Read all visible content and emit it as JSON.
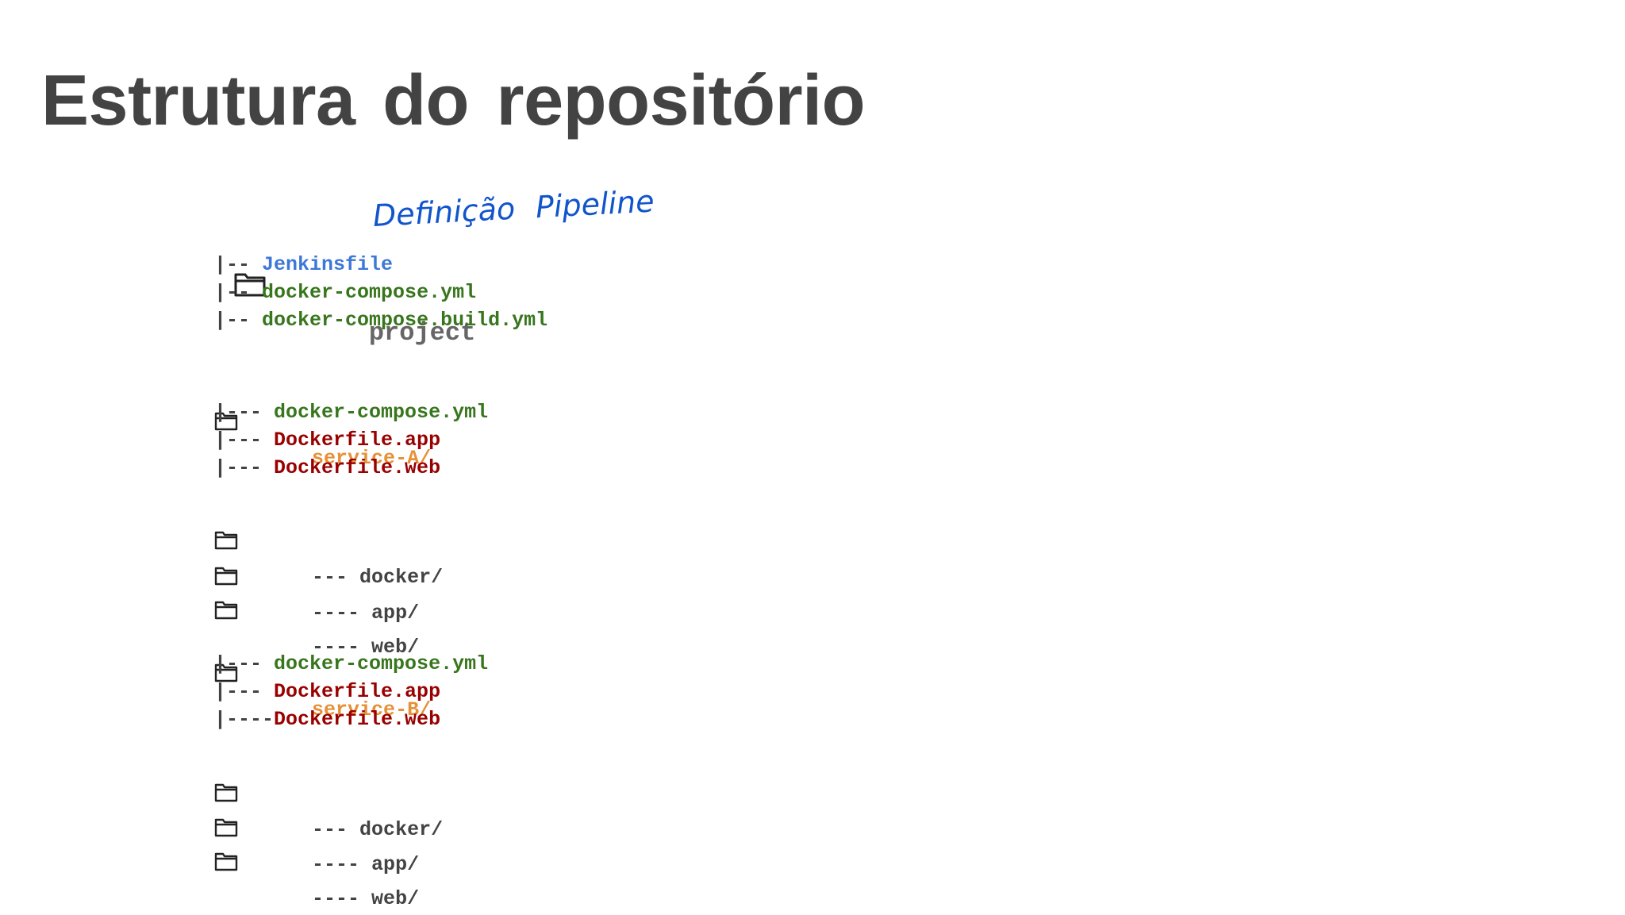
{
  "slide": {
    "title": "Estrutura do repositório",
    "annotation": "Definição Pipeline"
  },
  "tree": {
    "root": {
      "name": "project"
    },
    "root_files": [
      {
        "prefix": "|-- ",
        "name": "Jenkinsfile"
      },
      {
        "prefix": "|-- ",
        "name": "docker-compose.yml"
      },
      {
        "prefix": "|-- ",
        "name": "docker-compose.build.yml"
      }
    ],
    "service_a": {
      "name": "service-A/",
      "files": [
        {
          "prefix": "|--- ",
          "name": "docker-compose.yml"
        },
        {
          "prefix": "|--- ",
          "name": "Dockerfile.app"
        },
        {
          "prefix": "|--- ",
          "name": "Dockerfile.web"
        }
      ],
      "folders": [
        {
          "text": "--- docker/"
        },
        {
          "text": "---- app/"
        },
        {
          "text": "---- web/"
        }
      ]
    },
    "service_b": {
      "name": "service-B/",
      "files": [
        {
          "prefix": "|--- ",
          "name": "docker-compose.yml"
        },
        {
          "prefix": "|--- ",
          "name": "Dockerfile.app"
        },
        {
          "prefix": "|----",
          "name": "Dockerfile.web"
        }
      ],
      "folders": [
        {
          "text": "--- docker/"
        },
        {
          "text": "---- app/"
        },
        {
          "text": "---- web/"
        }
      ]
    }
  },
  "colors": {
    "title": "#434343",
    "root": "#666666",
    "jenkinsfile": "#3d78d8",
    "compose": "#38761d",
    "dockerfile": "#990000",
    "service": "#e69138",
    "annotation": "#1155cc"
  },
  "icons": {
    "folder": "folder-icon"
  }
}
